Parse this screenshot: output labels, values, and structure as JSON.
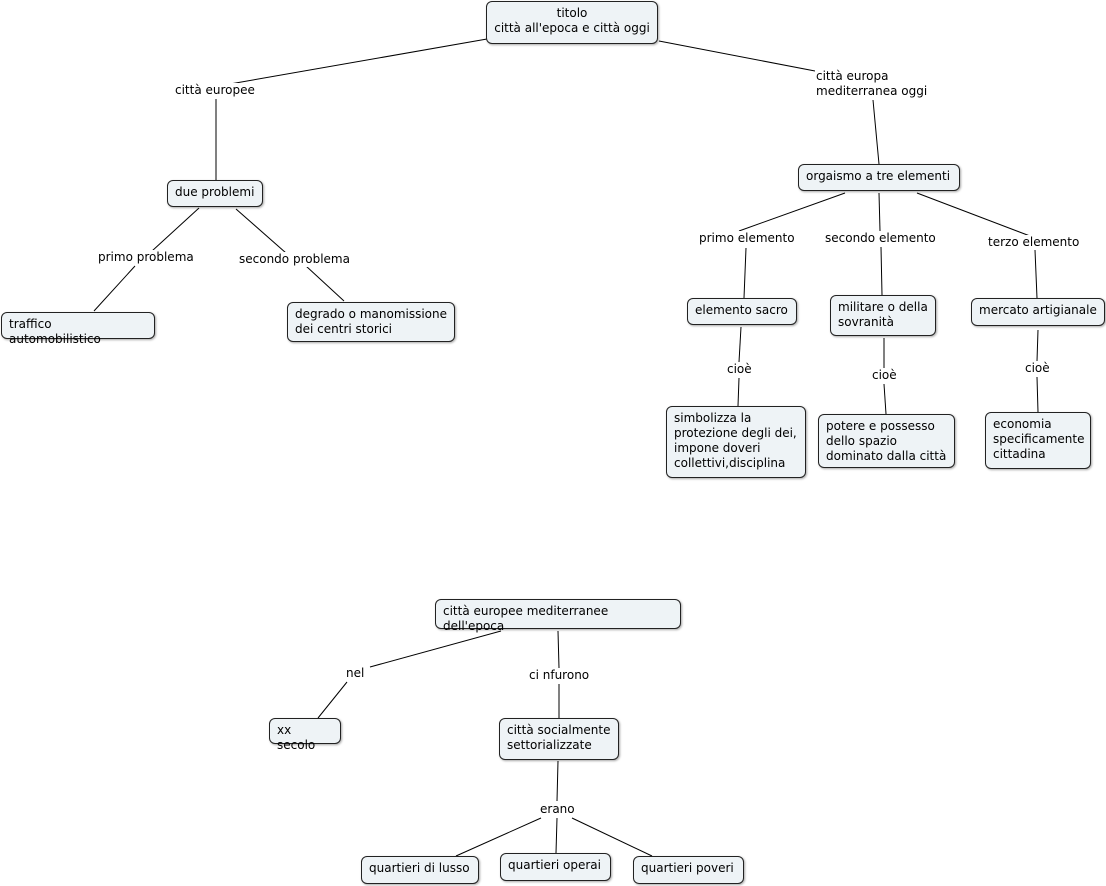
{
  "nodes": {
    "root": "titolo\ncittà all'epoca e città oggi",
    "due_problemi": "due problemi",
    "traffico": "traffico automobilistico",
    "degrado": "degrado o manomissione\ndei centri storici",
    "organismo": "orgaismo a tre elementi",
    "elemento_sacro": "elemento sacro",
    "militare": "militare o della\nsovranità",
    "mercato": "mercato artigianale",
    "simbolizza": "simbolizza la\nprotezione degli dei,\nimpone doveri\ncollettivi,disciplina",
    "potere": "potere e possesso\ndello spazio\ndominato dalla città",
    "economia": "economia\nspecificamente\ncittadina",
    "mediterranee_epoca": "città europee mediterranee dell'epoca",
    "xx_secolo": "xx secolo",
    "socialmente": "città socialmente\nsettorializzate",
    "lusso": "quartieri di lusso",
    "operai": "quartieri operai",
    "poveri": "quartieri poveri"
  },
  "labels": {
    "citta_europee": "città europee",
    "citta_europa_oggi": "città europa\nmediterranea oggi",
    "primo_problema": "primo problema",
    "secondo_problema": "secondo problema",
    "primo_elemento": "primo elemento",
    "secondo_elemento": "secondo elemento",
    "terzo_elemento": "terzo elemento",
    "cioe": "cioè",
    "nel": "nel",
    "ci_nfurono": "ci nfurono",
    "erano": "erano"
  }
}
